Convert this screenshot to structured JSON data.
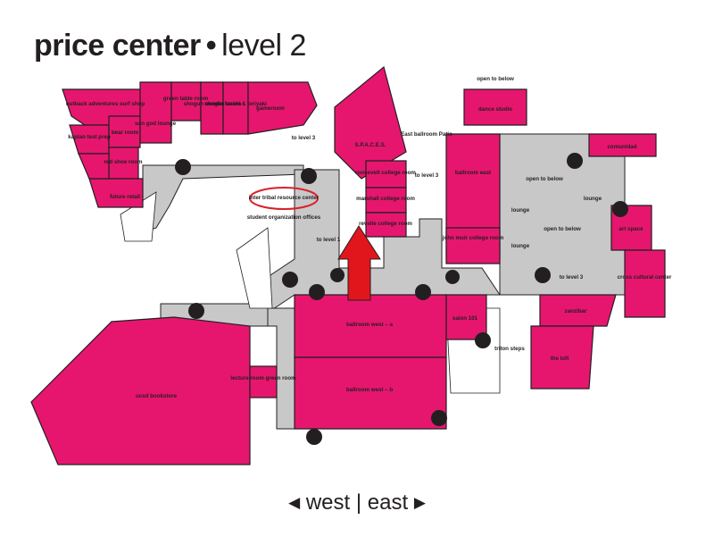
{
  "title": {
    "main": "price center",
    "separator": "•",
    "level": "level 2"
  },
  "rooms": {
    "outback": "outback adventures surf shop",
    "kaplan": "kaplan test prep",
    "bear": "bear room",
    "red_shoe": "red shoe room",
    "future_retail": "future retail",
    "sun_god": "sun god lounge",
    "green_table": "green table room",
    "shogun_noodle": "shogun noodle fusion",
    "shogun_sushi": "shogun sushi & teriyaki",
    "gameroom": "gameroom",
    "to_level3_a": "to level 3",
    "spaces": "S.P.A.C.E.S.",
    "inter_tribal": "inter tribal resource center",
    "student_org": "student organization offices",
    "roosevelt": "roosevelt college room",
    "marshall": "marshall college room",
    "revelle": "revelle college room",
    "to_level1": "to level 1",
    "east_patio": "East ballroom Patio",
    "to_level3_b": "to level 3",
    "open_below_1": "open to below",
    "dance_studio": "dance studio",
    "ballroom_east": "ballroom east",
    "open_below_2": "open to below",
    "open_below_3": "open to below",
    "lounge_1": "lounge",
    "john_muir": "john muir college room",
    "lounge_2": "lounge",
    "lounge_3": "lounge",
    "to_level3_c": "to level 3",
    "comunidad": "comunidad",
    "art_space": "art space",
    "cross_cultural": "cross cultural center",
    "ballroom_west_a": "ballroom west – a",
    "ballroom_west_b": "ballroom west – b",
    "salon": "salon 101",
    "zanzibar": "zanzibar",
    "triton_steps": "triton steps",
    "the_loft": "the loft",
    "ucsd_bookstore": "ucsd bookstore",
    "lecture_room": "lecture room green room"
  },
  "footer": {
    "left_arrow": "◀",
    "west": "west",
    "divider": "|",
    "east": "east",
    "right_arrow": "▶"
  },
  "colors": {
    "room": "#e6166f",
    "walkway": "#c8c8c8",
    "outline": "#231f20",
    "arrow": "#e0161c",
    "circle": "#d9202a"
  }
}
